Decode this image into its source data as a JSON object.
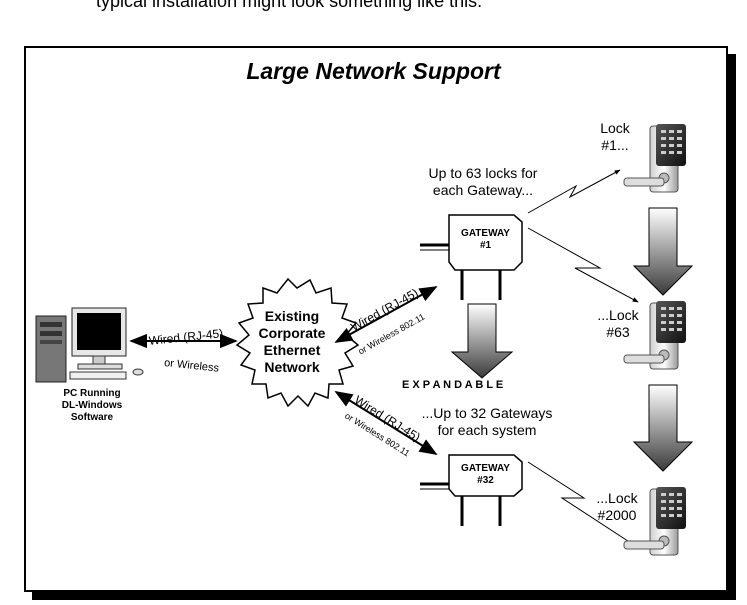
{
  "intro_fragment": "typical installation might look something like this.",
  "title": "Large Network Support",
  "pc": {
    "caption": [
      "PC Running",
      "DL-Windows",
      "Software"
    ]
  },
  "cloud": {
    "lines": [
      "Existing",
      "Corporate",
      "Ethernet",
      "Network"
    ]
  },
  "links": {
    "pc_wired": "Wired (RJ-45)",
    "pc_wireless": "or Wireless",
    "gw1_wired": "Wired (RJ-45)",
    "gw1_wireless": "or Wireless 802.11",
    "gw32_wired": "Wired (RJ-45)",
    "gw32_wireless": "or Wireless 802.11"
  },
  "gateways": [
    {
      "line1": "GATEWAY",
      "line2": "#1"
    },
    {
      "line1": "GATEWAY",
      "line2": "#32"
    }
  ],
  "notes": {
    "locks_per_gateway": [
      "Up to 63 locks for",
      "each Gateway..."
    ],
    "gateways_per_system": [
      "...Up to 32 Gateways",
      "for each system"
    ],
    "expandable": "E X P A N D A B L E"
  },
  "locks": [
    {
      "line1": "Lock",
      "line2": "#1..."
    },
    {
      "line1": "...Lock",
      "line2": "#63"
    },
    {
      "line1": "...Lock",
      "line2": "#2000"
    }
  ]
}
